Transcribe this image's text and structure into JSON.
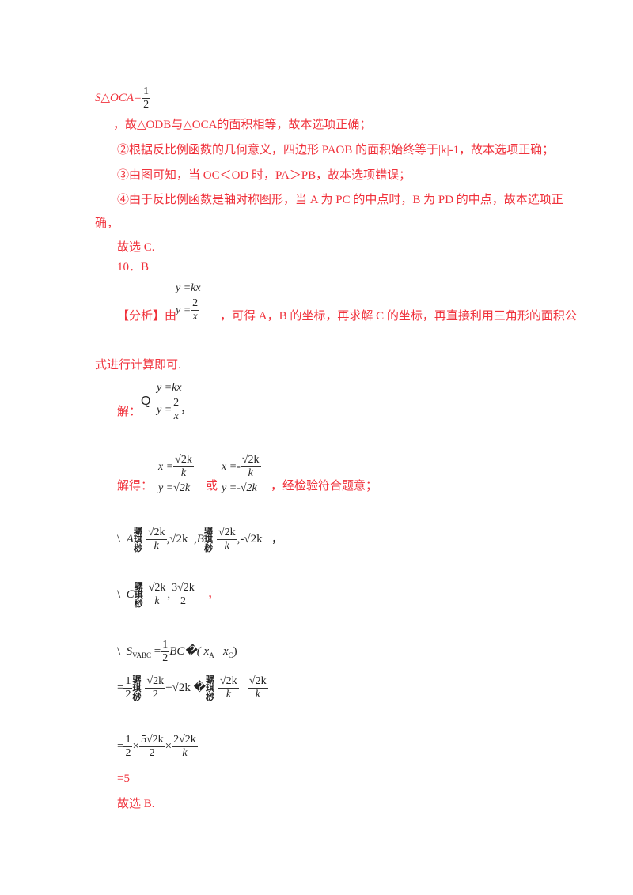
{
  "lines": {
    "s_oca": "S△OCA=",
    "s_oca_num": "1",
    "s_oca_den": "2",
    "l1": "，故△ODB与△OCA的面积相等，故本选项正确；",
    "l2": "②根据反比例函数的几何意义，四边形 PAOB 的面积始终等于|k|-1，故本选项正确；",
    "l3": "③由图可知，当 OC＜OD 时，PA＞PB，故本选项错误；",
    "l4": "④由于反比例函数是轴对称图形，当 A 为 PC 的中点时，B 为 PD 的中点，故本选项正",
    "l5": "确，",
    "l6": "故选 C.",
    "l7": "10．B",
    "analysis_prefix": "【分析】由",
    "sys_eq1": "y =kx",
    "sys_eq2": "y =",
    "sys_num": "2",
    "sys_den": "x",
    "analysis_text": "，可得 A，B 的坐标，再求解 C 的坐标，再直接利用三角形的面积公",
    "analysis_cont": "式进行计算即可.",
    "solve_label": "解：",
    "because": "Q",
    "comma": "，",
    "solved_label": "解得：",
    "or": "或",
    "solved_suffix": "，经检验符合题意；",
    "sol1_x": "x =",
    "sol1_y": "y =√2k",
    "sol2_x": "x =-",
    "sol2_y": "y =-√2k",
    "root_num": "√2k",
    "root_den": "k",
    "therefore": "\\",
    "pointA": "A",
    "pointA_rest": ",√2k",
    "pointB": ",B",
    "pointB_rest": ",-√2k",
    "trail_comma": "，",
    "pointC": "C",
    "c_num2": "3√2k",
    "c_den2": "2",
    "area_lhs": "S",
    "area_sub": "VABC",
    "area_eq": "=",
    "half_num": "1",
    "half_den": "2",
    "area_rhs": "BC�( x",
    "xa_sub": "A",
    "xc": "x",
    "xc_sub": "C",
    ")": ")",
    "step1_eq": "=",
    "step1_num": "√2k",
    "step1_den": "2",
    "step1_plus": "+√2k  �",
    "step2_eq": "=",
    "times": "×",
    "five_num": "5√2k",
    "two_num": "2√2k",
    "result": "=5",
    "final": "故选 B.",
    "garbled": "骣\n琪\n桫"
  },
  "colors": {
    "answer_red": "#f0323c",
    "math_black": "#222222"
  }
}
